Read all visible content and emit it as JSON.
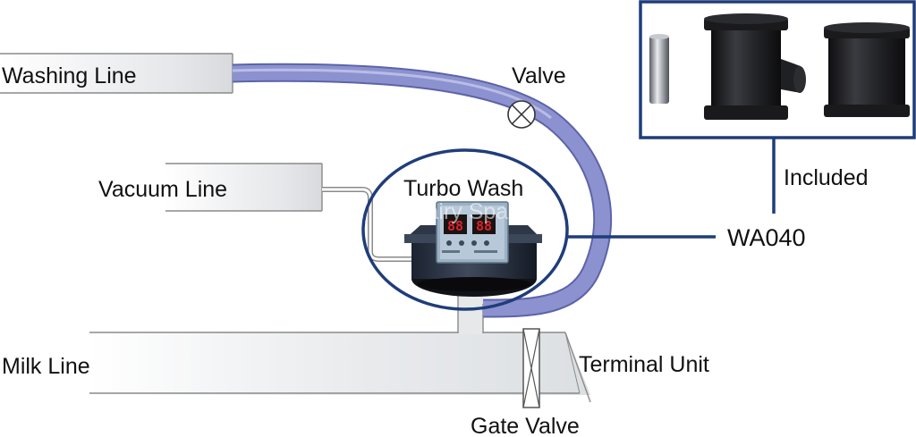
{
  "labels": {
    "washing_line": "Washing Line",
    "valve": "Valve",
    "vacuum_line": "Vacuum Line",
    "turbo_wash": "Turbo Wash",
    "milk_line": "Milk Line",
    "terminal_unit": "Terminal Unit",
    "gate_valve": "Gate Valve",
    "included": "Included",
    "part_code": "WA040"
  },
  "watermark": "© Dairy Spares",
  "colors": {
    "accent_navy": "#1f3d7a",
    "hose": "#8c92cf",
    "hose_edge": "#5d63a8",
    "pipe_fill": "#e6e8ea",
    "pipe_edge": "#8a8a8a",
    "fitting_black": "#1c1c1e",
    "display_red": "#e0202a"
  }
}
